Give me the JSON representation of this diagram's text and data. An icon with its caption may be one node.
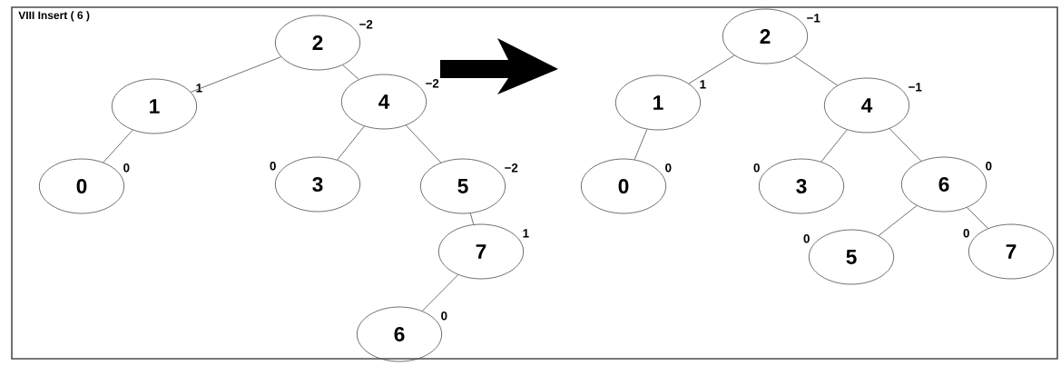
{
  "diagram": {
    "title": "VIII Insert ( 6 )",
    "nodes": [
      {
        "text": [
          "2"
        ],
        "beside": [
          "−2"
        ]
      },
      {
        "text": [
          "1"
        ],
        "beside": [
          "1"
        ]
      },
      {
        "text": [
          "4"
        ],
        "beside": [
          "−2"
        ]
      },
      {
        "text": [
          "0"
        ],
        "beside": [
          "0"
        ]
      },
      {
        "text": [
          "3"
        ],
        "beside": [
          "0"
        ]
      },
      {
        "text": [
          "5"
        ],
        "beside": [
          "−2"
        ]
      },
      {
        "text": [
          "7"
        ],
        "beside": [
          "1"
        ]
      },
      {
        "text": [
          "6"
        ],
        "beside": [
          "0"
        ]
      },
      {
        "text": [
          "2"
        ],
        "beside": [
          "−1"
        ]
      },
      {
        "text": [
          "1"
        ],
        "beside": [
          "1"
        ]
      },
      {
        "text": [
          "4"
        ],
        "beside": [
          "−1"
        ]
      },
      {
        "text": [
          "0"
        ],
        "beside": [
          "0"
        ]
      },
      {
        "text": [
          "3"
        ],
        "beside": [
          "0"
        ]
      },
      {
        "text": [
          "6"
        ],
        "beside": [
          "0"
        ]
      },
      {
        "text": [
          "5"
        ],
        "beside": [
          "0"
        ]
      },
      {
        "text": [
          "7"
        ],
        "beside": [
          "0"
        ]
      }
    ],
    "edges": [
      {
        "from": 0,
        "to": 1,
        "arrow": "none"
      },
      {
        "from": 0,
        "to": 2,
        "arrow": "none"
      },
      {
        "from": 1,
        "to": 3,
        "arrow": "none"
      },
      {
        "from": 2,
        "to": 4,
        "arrow": "none"
      },
      {
        "from": 2,
        "to": 5,
        "arrow": "none"
      },
      {
        "from": 5,
        "to": 6,
        "arrow": "none"
      },
      {
        "from": 6,
        "to": 7,
        "arrow": "none"
      },
      {
        "from": 8,
        "to": 9,
        "arrow": "none"
      },
      {
        "from": 8,
        "to": 10,
        "arrow": "none"
      },
      {
        "from": 9,
        "to": 11,
        "arrow": "none"
      },
      {
        "from": 10,
        "to": 12,
        "arrow": "none"
      },
      {
        "from": 10,
        "to": 13,
        "arrow": "none"
      },
      {
        "from": 13,
        "to": 14,
        "arrow": "none"
      },
      {
        "from": 13,
        "to": 15,
        "arrow": "none"
      }
    ]
  }
}
